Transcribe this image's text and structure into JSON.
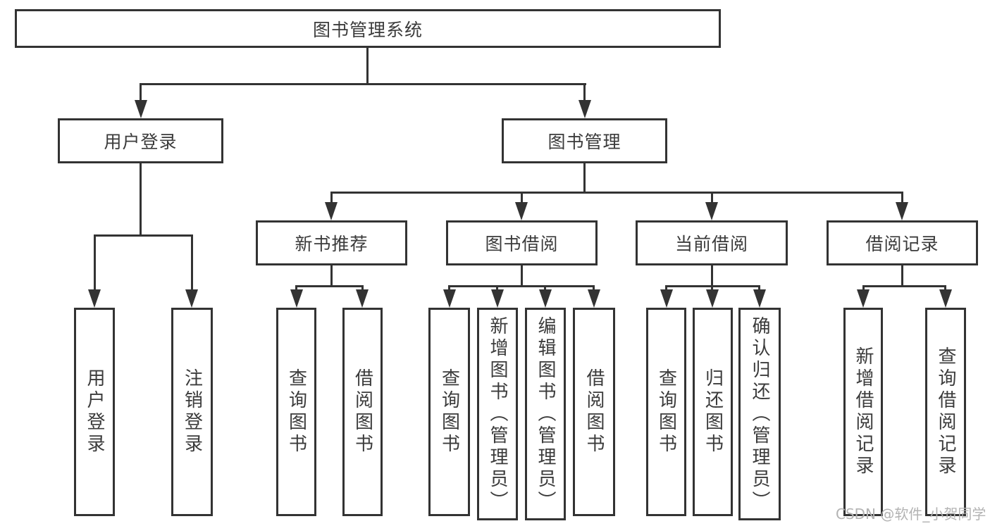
{
  "diagram": {
    "root_label": "图书管理系统",
    "level2": {
      "user_login": "用户登录",
      "book_mgmt": "图书管理"
    },
    "level3": {
      "new_books": "新书推荐",
      "book_borrow": "图书借阅",
      "current_borrow": "当前借阅",
      "borrow_records": "借阅记录"
    },
    "leaves": {
      "user_login": [
        "用户登录",
        "注销登录"
      ],
      "new_books": [
        "查询图书",
        "借阅图书"
      ],
      "book_borrow": [
        "查询图书",
        "新增图书（管理员）",
        "编辑图书（管理员）",
        "借阅图书"
      ],
      "current_borrow": [
        "查询图书",
        "归还图书",
        "确认归还（管理员）"
      ],
      "borrow_records": [
        "新增借阅记录",
        "查询借阅记录"
      ]
    },
    "watermark": "CSDN @软件_小贺同学",
    "colors": {
      "line": "#333333",
      "text": "#3b3b3b",
      "watermark": "#b3b3b3",
      "background": "#ffffff"
    }
  }
}
